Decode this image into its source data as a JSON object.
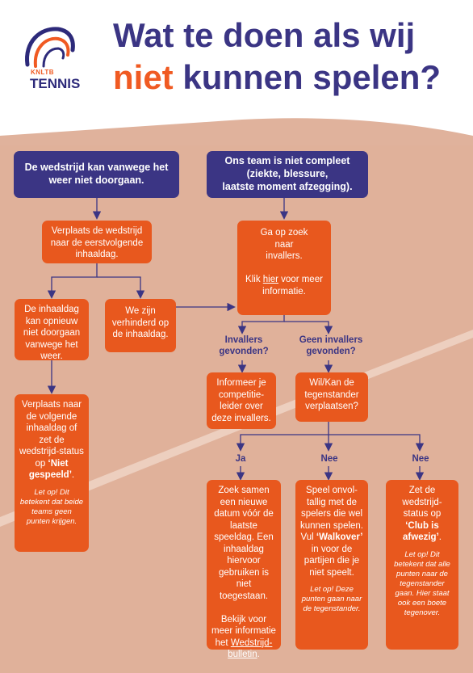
{
  "logo": {
    "small": "KNLTB",
    "big": "TENNIS"
  },
  "title": {
    "line1": "Wat te doen als wij",
    "highlight": "niet",
    "rest": "kunnen spelen?"
  },
  "boxes": {
    "weather": "De wedstrijd kan vanwege het weer niet doorgaan.",
    "team": [
      "Ons team is niet compleet",
      "(ziekte, blessure,",
      "laatste moment afzegging)."
    ],
    "reschedule": "Verplaats de wedstrijd naar de eerstvolgende inhaaldag.",
    "search": [
      "Ga op zoek",
      "naar",
      "invallers.",
      "Klik ",
      "hier",
      " voor meer informatie."
    ],
    "catchup_fail": "De inhaaldag kan opnieuw niet doorgaan vanwege het weer.",
    "prevented": "We zijn verhinderd op de inhaaldag.",
    "next_catchup": [
      "Verplaats naar de volgende inhaaldag of zet de wedstrijd-status op ",
      "‘Niet gespeeld’",
      ".",
      "Let op! Dit betekent dat beide teams geen punten krijgen."
    ],
    "inform": "Informeer je competitie-leider over deze invallers.",
    "opponent": "Wil/Kan de tegenstander verplaatsen?",
    "new_date": [
      "Zoek samen een nieuwe datum vóór de laatste speeldag. Een inhaaldag hiervoor gebruiken is niet toegestaan.",
      "Bekijk voor meer informatie het ",
      "Wedstrijd-bulletin",
      "."
    ],
    "incomplete": [
      "Speel onvol-tallig met de spelers die wel kunnen spelen. Vul ",
      "‘Walkover’",
      " in voor de partijen die je niet speelt.",
      "Let op! Deze punten gaan naar de tegenstander."
    ],
    "absent": [
      "Zet de wedstrijd-status op ",
      "‘Club is afwezig’",
      ".",
      "Let op! Dit betekent dat alle punten naar de tegenstander gaan. Hier staat ook een boete tegenover."
    ]
  },
  "labels": {
    "found": "Invallers gevonden?",
    "not_found": "Geen invallers gevonden?",
    "ja": "Ja",
    "nee1": "Nee",
    "nee2": "Nee"
  },
  "colors": {
    "navy": "#3b3584",
    "orange": "#e8581e",
    "court": "#e3b59f"
  }
}
